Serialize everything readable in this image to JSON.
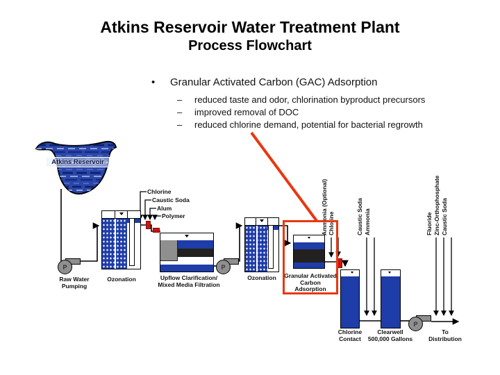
{
  "slide": {
    "title1": "Atkins Reservoir Water Treatment Plant",
    "title2": "Process Flowchart"
  },
  "bullets": {
    "marker": "•",
    "dash": "–",
    "heading": "Granular Activated Carbon (GAC) Adsorption",
    "items": [
      "reduced taste and odor, chlorination byproduct precursors",
      "improved removal of DOC",
      "reduced chlorine demand, potential for bacterial regrowth"
    ]
  },
  "diagram": {
    "reservoir_label": "Atkins Reservoir",
    "pump_label": "P",
    "stages": {
      "raw_water": "Raw Water\nPumping",
      "ozonation1": "Ozonation",
      "upflow": "Upflow Clarification/\nMixed Media Filtration",
      "ozonation2": "Ozonation",
      "gac": "Granular Activated\nCarbon Adsorption",
      "chlorine_contact": "Chlorine\nContact",
      "clearwell": "Clearwell\n500,000 Gallons",
      "distribution": "To\nDistribution"
    },
    "chemical_feeds": {
      "pre_filtration": [
        "Chlorine",
        "Caustic Soda",
        "Alum",
        "Polymer"
      ],
      "post_gac": [
        "Ammonia (Optional)",
        "Chlorine"
      ],
      "pre_clearwell": [
        "Caustic Soda",
        "Ammonia"
      ],
      "post_clearwell": [
        "Fluoride",
        "Zinc-Orthophosphate",
        "Caustic Soda"
      ]
    }
  },
  "colors": {
    "highlight_red": "#e8380f",
    "valve_red": "#c81414",
    "water_blue": "#1f3da8",
    "carbon_dark": "#232020",
    "pump_gray": "#8f8f8f"
  }
}
